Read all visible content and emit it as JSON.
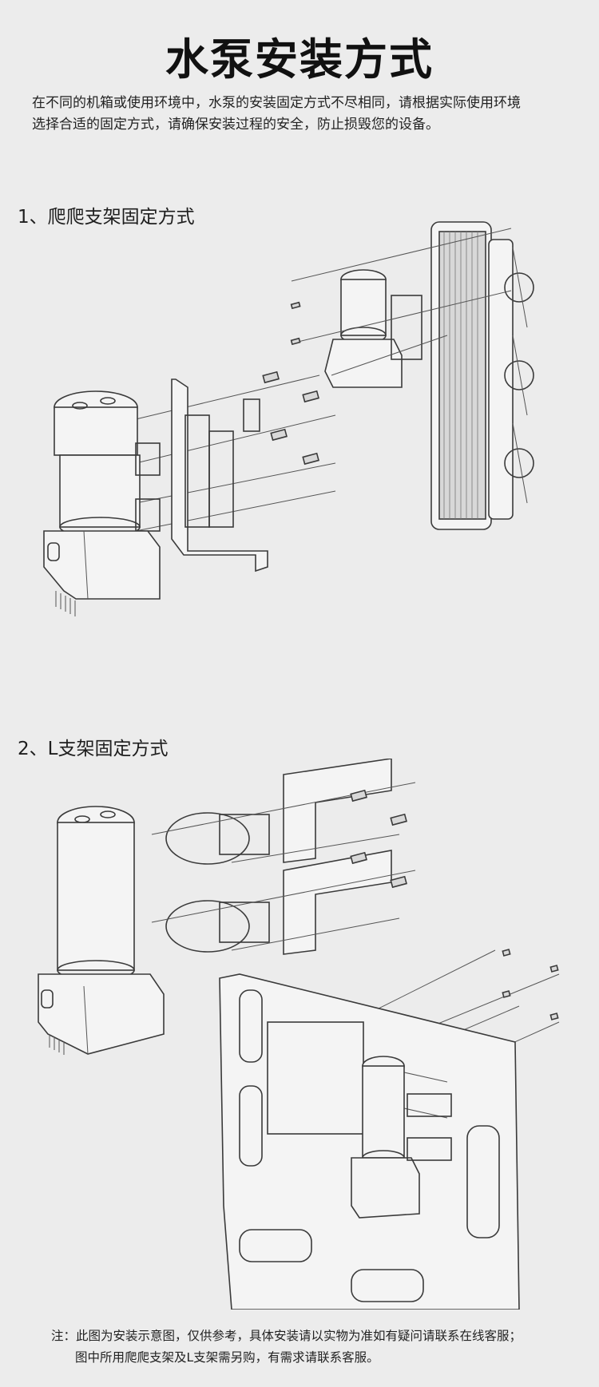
{
  "title": "水泵安装方式",
  "intro": {
    "line1": "在不同的机箱或使用环境中，水泵的安装固定方式不尽相同，请根据实际使用环境",
    "line2": "选择合适的固定方式，请确保安装过程的安全，防止损毁您的设备。"
  },
  "sections": [
    {
      "heading": "1、爬爬支架固定方式"
    },
    {
      "heading": "2、L支架固定方式"
    }
  ],
  "note": {
    "line1": "注：此图为安装示意图，仅供参考，具体安装请以实物为准如有疑问请联系在线客服；",
    "line2": "图中所用爬爬支架及L支架需另购，有需求请联系客服。"
  }
}
